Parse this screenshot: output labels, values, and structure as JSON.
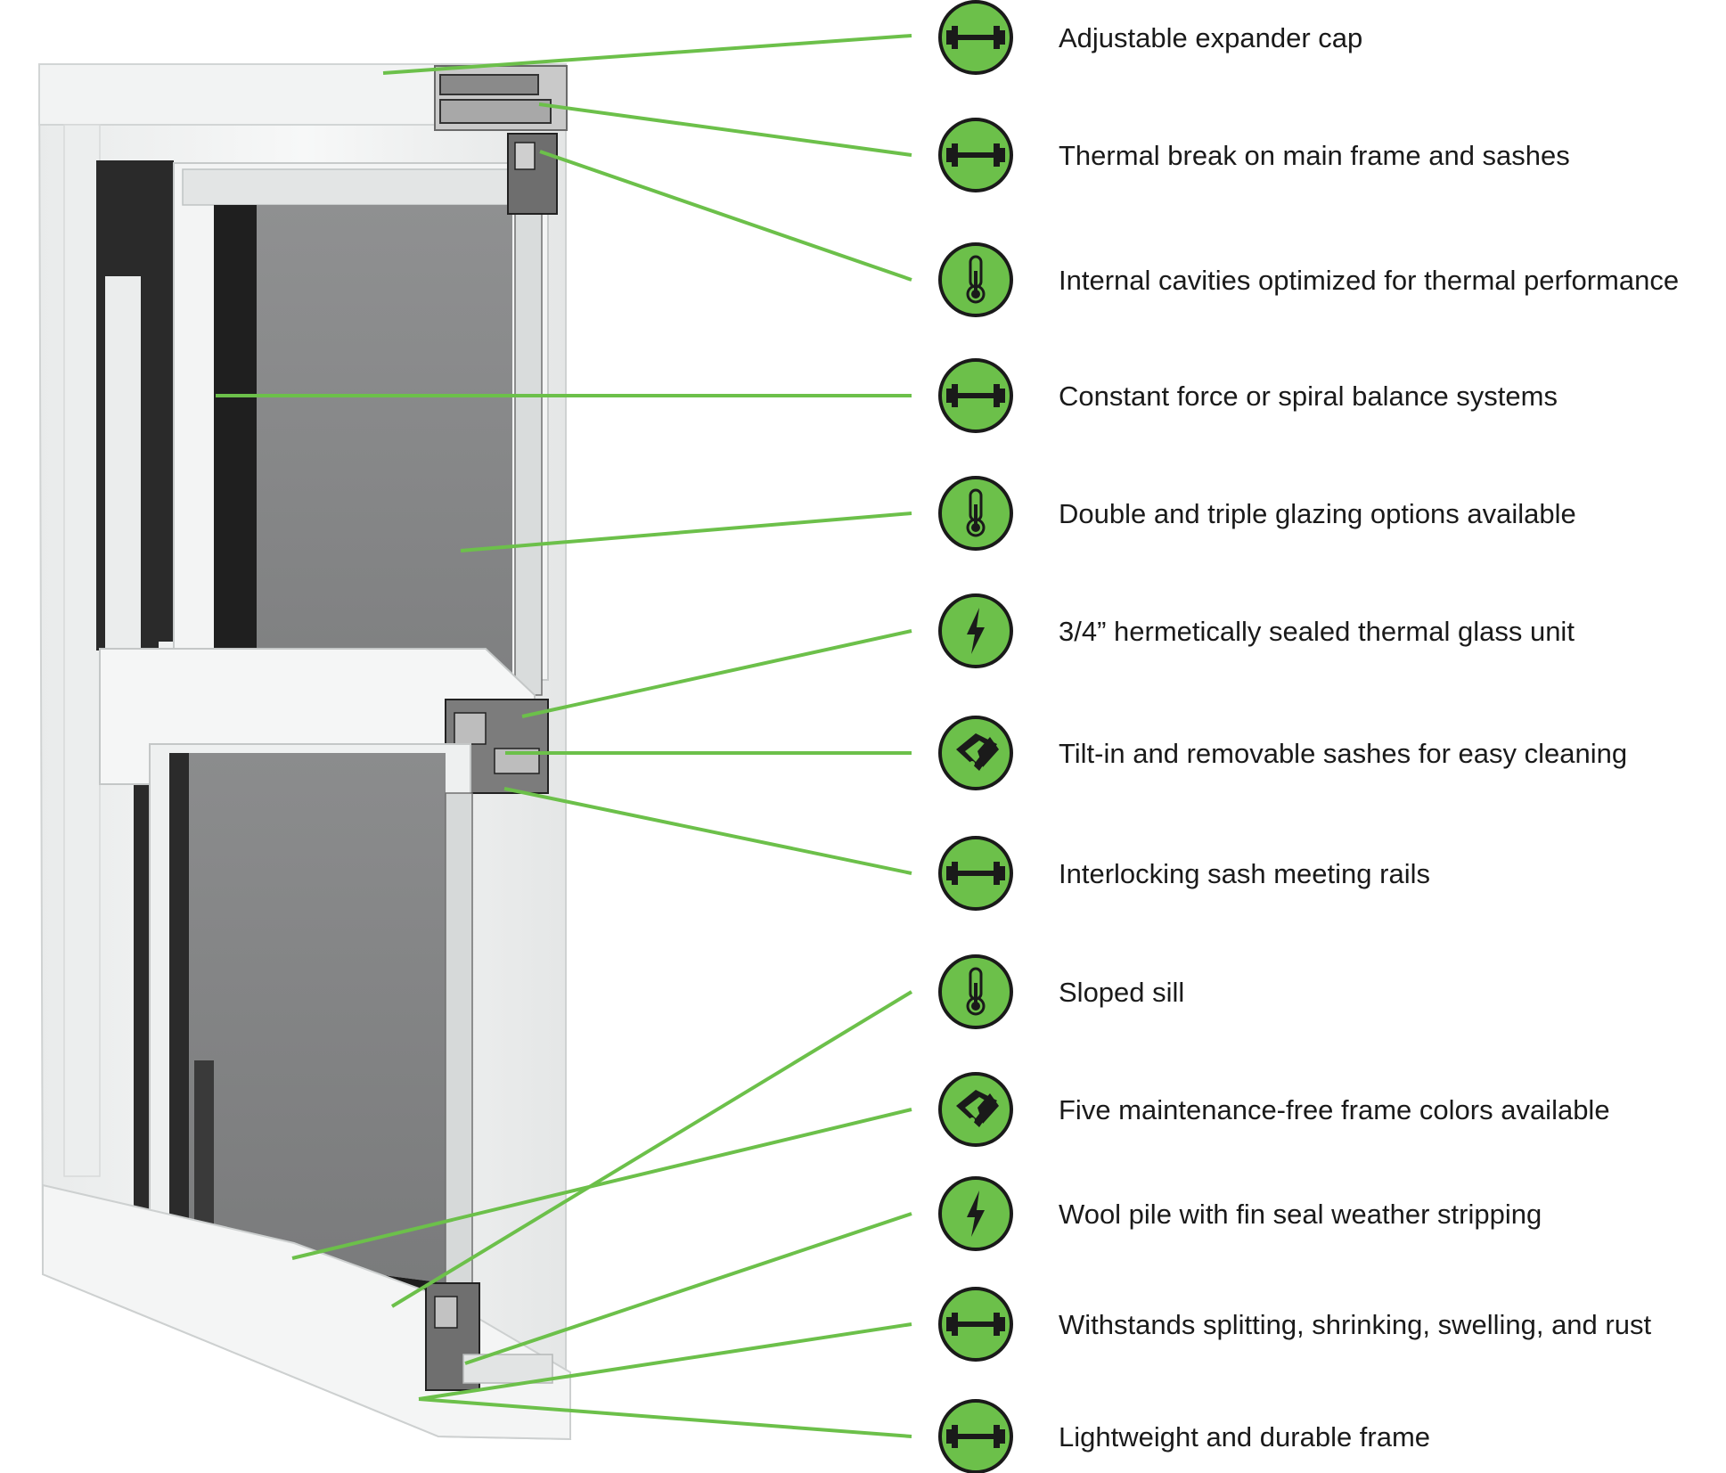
{
  "accent_color": "#6cc04a",
  "icon_dark": "#1a1a1a",
  "features": [
    {
      "label": "Adjustable expander cap",
      "icon": "dumbbell-icon"
    },
    {
      "label": "Thermal break on main frame and sashes",
      "icon": "dumbbell-icon"
    },
    {
      "label": "Internal cavities optimized for thermal performance",
      "icon": "thermometer-icon"
    },
    {
      "label": "Constant force or spiral balance systems",
      "icon": "dumbbell-icon"
    },
    {
      "label": "Double and triple glazing options available",
      "icon": "thermometer-icon"
    },
    {
      "label": "3/4” hermetically sealed thermal glass unit",
      "icon": "lightning-icon"
    },
    {
      "label": "Tilt-in and removable sashes for easy cleaning",
      "icon": "swatch-icon"
    },
    {
      "label": "Interlocking sash meeting rails",
      "icon": "dumbbell-icon"
    },
    {
      "label": "Sloped sill",
      "icon": "thermometer-icon"
    },
    {
      "label": "Five maintenance-free frame colors available",
      "icon": "swatch-icon"
    },
    {
      "label": "Wool pile with fin seal weather stripping",
      "icon": "lightning-icon"
    },
    {
      "label": "Withstands splitting, shrinking, swelling, and rust",
      "icon": "dumbbell-icon"
    },
    {
      "label": "Lightweight and durable frame",
      "icon": "dumbbell-icon"
    }
  ]
}
